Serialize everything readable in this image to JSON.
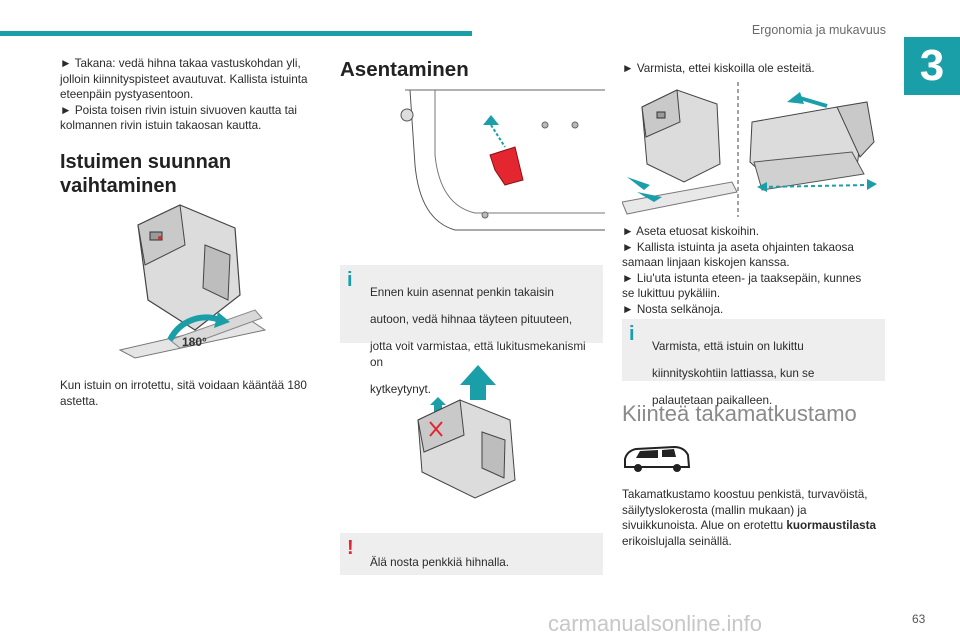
{
  "header": {
    "section_title": "Ergonomia ja mukavuus",
    "chapter_number": "3"
  },
  "col1": {
    "para1_line1": "► Takana: vedä hihna takaa vastuskohdan yli,",
    "para1_line2": "jolloin kiinnityspisteet avautuvat. Kallista istuinta",
    "para1_line3": "eteenpäin pystyasentoon.",
    "para2_line1": "► Poista toisen rivin istuin sivuoven kautta tai",
    "para2_line2": "kolmannen rivin istuin takaosan kautta.",
    "heading_line1": "Istuimen suunnan",
    "heading_line2": "vaihtaminen",
    "fig_label": "180°",
    "caption_line1": "Kun istuin on irrotettu, sitä voidaan kääntää 180",
    "caption_line2": "astetta."
  },
  "col2": {
    "heading": "Asentaminen",
    "info_note_line1": "Ennen kuin asennat penkin takaisin",
    "info_note_line2": "autoon, vedä hihnaa täyteen pituuteen,",
    "info_note_line3": "jotta voit varmistaa, että lukitusmekanismi on",
    "info_note_line4": "kytkeytynyt.",
    "warning_note": "Älä nosta penkkiä hihnalla."
  },
  "col3": {
    "line1": "► Varmista, ettei kiskoilla ole esteitä.",
    "step1": "► Aseta etuosat kiskoihin.",
    "step2_line1": "► Kallista istuinta ja aseta ohjainten takaosa",
    "step2_line2": "samaan linjaan kiskojen kanssa.",
    "step3_line1": "► Liu'uta istunta eteen- ja taaksepäin, kunnes",
    "step3_line2": "se lukittuu pykäliin.",
    "step4": "► Nosta selkänoja.",
    "info_note_line1": "Varmista, että istuin on lukittu",
    "info_note_line2": "kiinnityskohtiin lattiassa, kun se",
    "info_note_line3": "palautetaan paikalleen.",
    "heading": "Kiinteä takamatkustamo",
    "body_line1": "Takamatkustamo koostuu penkistä, turvavöistä,",
    "body_line2": "säilytyslokerosta (mallin mukaan) ja",
    "body_line3_pre": "sivuikkunoista. Alue on erotettu ",
    "body_line3_bold": "kuormaustilasta",
    "body_line4": "erikoislujalla seinällä."
  },
  "footer": {
    "page_number": "63",
    "watermark": "carmanualsonline.info"
  },
  "colors": {
    "accent": "#1a9fa9",
    "warning": "#e3262f",
    "note_bg": "#eeeeee"
  }
}
